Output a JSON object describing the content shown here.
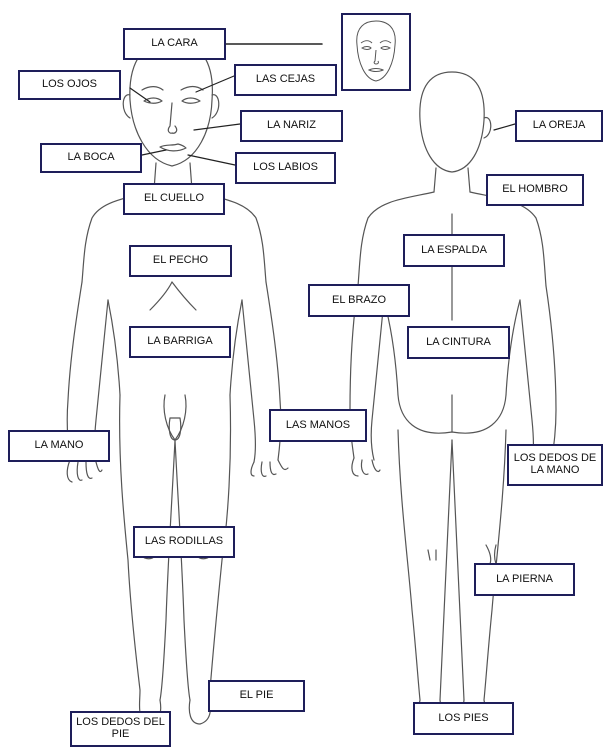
{
  "labels": {
    "la_cara": "LA CARA",
    "los_ojos": "LOS OJOS",
    "las_cejas": "LAS CEJAS",
    "la_nariz": "LA NARIZ",
    "la_boca": "LA BOCA",
    "los_labios": "LOS LABIOS",
    "el_cuello": "EL CUELLO",
    "el_pecho": "EL PECHO",
    "la_barriga": "LA BARRIGA",
    "la_mano": "LA MANO",
    "las_manos": "LAS MANOS",
    "las_rodillas": "LAS RODILLAS",
    "el_pie": "EL PIE",
    "los_dedos_del_pie": "LOS DEDOS DEL\nPIE",
    "la_oreja": "LA OREJA",
    "el_hombro": "EL HOMBRO",
    "la_espalda": "LA ESPALDA",
    "el_brazo": "EL BRAZO",
    "la_cintura": "LA CINTURA",
    "los_dedos_de_la_mano": "LOS DEDOS DE\nLA MANO",
    "la_pierna": "LA PIERNA",
    "los_pies": "LOS PIES"
  },
  "colors": {
    "label_border": "#1e1e5a",
    "outline": "#555555"
  }
}
